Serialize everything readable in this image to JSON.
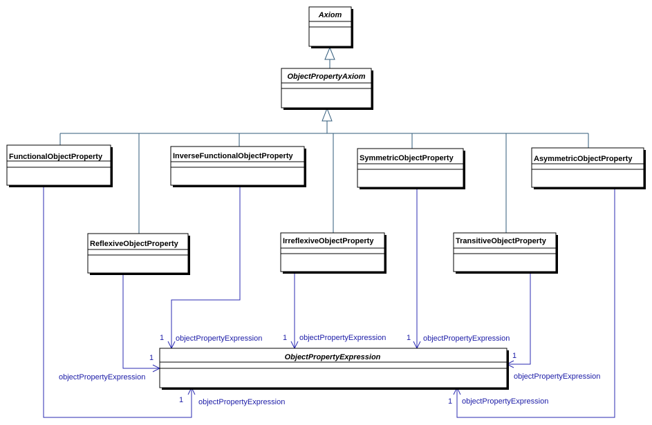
{
  "classes": {
    "axiom": "Axiom",
    "object_property_axiom": "ObjectPropertyAxiom",
    "functional": "FunctionalObjectProperty",
    "inverse_functional": "InverseFunctionalObjectProperty",
    "symmetric": "SymmetricObjectProperty",
    "asymmetric": "AsymmetricObjectProperty",
    "reflexive": "ReflexiveObjectProperty",
    "irreflexive": "IrreflexiveObjectProperty",
    "transitive": "TransitiveObjectProperty",
    "object_property_expression": "ObjectPropertyExpression"
  },
  "associations": {
    "role_name": "objectPropertyExpression",
    "multiplicity": "1"
  },
  "colors": {
    "class_border": "#000000",
    "class_shadow": "#000000",
    "generalization_line": "#2f5a7a",
    "association_line": "#2a2ab0",
    "association_label": "#1a1aa6"
  }
}
